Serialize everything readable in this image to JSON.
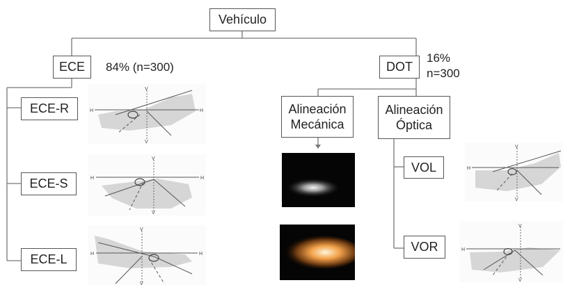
{
  "root": {
    "label": "Vehículo"
  },
  "ece": {
    "label": "ECE",
    "share": "84% (n=300)",
    "children": [
      {
        "label": "ECE-R"
      },
      {
        "label": "ECE-S"
      },
      {
        "label": "ECE-L"
      }
    ]
  },
  "dot": {
    "label": "DOT",
    "share_line1": "16%",
    "share_line2": "n=300",
    "mechanical": {
      "line1": "Alineación",
      "line2": "Mecánica"
    },
    "optical": {
      "line1": "Alineación",
      "line2": "Óptica",
      "children": [
        {
          "label": "VOL"
        },
        {
          "label": "VOR"
        }
      ]
    }
  },
  "beam_axis_labels": {
    "vertical": "V",
    "horizontal": "H"
  },
  "colors": {
    "line": "#666666",
    "box_border": "#555555",
    "beam_fill": "#d6d6d6"
  }
}
